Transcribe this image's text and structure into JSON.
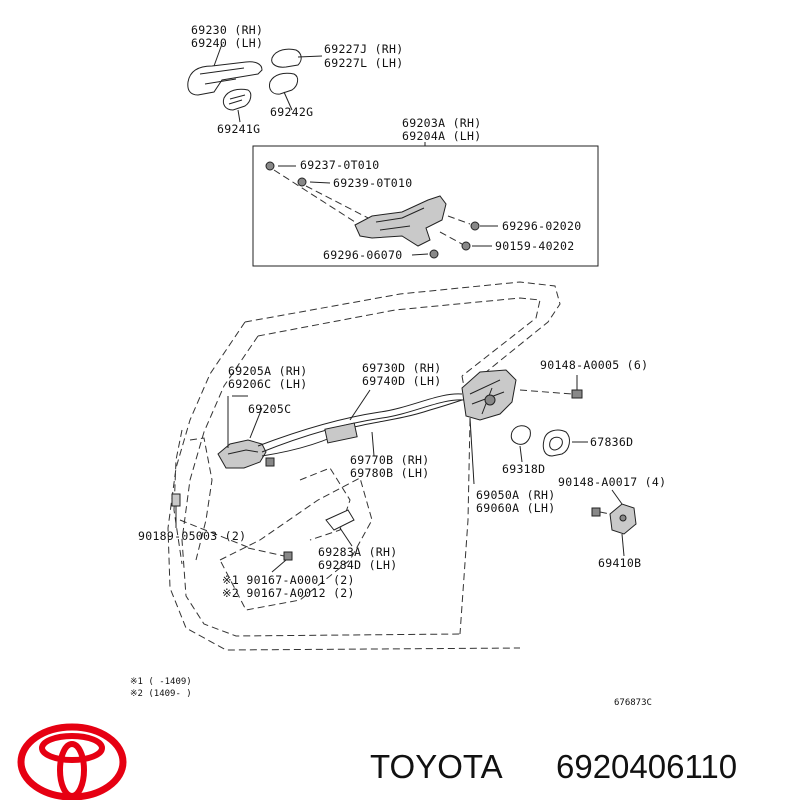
{
  "labels": {
    "h_rh": "69230 (RH)",
    "h_lh": "69240 (LH)",
    "cov_rh": "69227J (RH)",
    "cov_lh": "69227L (LH)",
    "g242": "69242G",
    "g241": "69241G",
    "fr_rh": "69203A (RH)",
    "fr_lh": "69204A (LH)",
    "b1": "69237-0T010",
    "b2": "69239-0T010",
    "s1": "69296-02020",
    "s2": "90159-40202",
    "s3": "69296-06070",
    "in_rh": "69205A (RH)",
    "in_lh": "69206C (LH)",
    "c205": "69205C",
    "cab_rh": "69730D (RH)",
    "cab_lh": "69740D (LH)",
    "sc1": "90148-A0005 (6)",
    "seal": "67836D",
    "cab2_rh": "69770B (RH)",
    "cab2_lh": "69780B (LH)",
    "p318": "69318D",
    "lk_rh": "69050A (RH)",
    "lk_lh": "69060A (LH)",
    "sc2": "90148-A0017 (4)",
    "clip": "90189-05003 (2)",
    "rod_rh": "69283A (RH)",
    "rod_lh": "69284D (LH)",
    "striker": "69410B",
    "v1": "※1 90167-A0001 (2)",
    "v2": "※2 90167-A0012 (2)",
    "note1": "※1 (        -1409)",
    "note2": "※2 (1409-        )",
    "code": "676873C"
  },
  "brand": {
    "name": "TOYOTA",
    "part_number": "6920406110",
    "logo_color": "#e60012"
  }
}
